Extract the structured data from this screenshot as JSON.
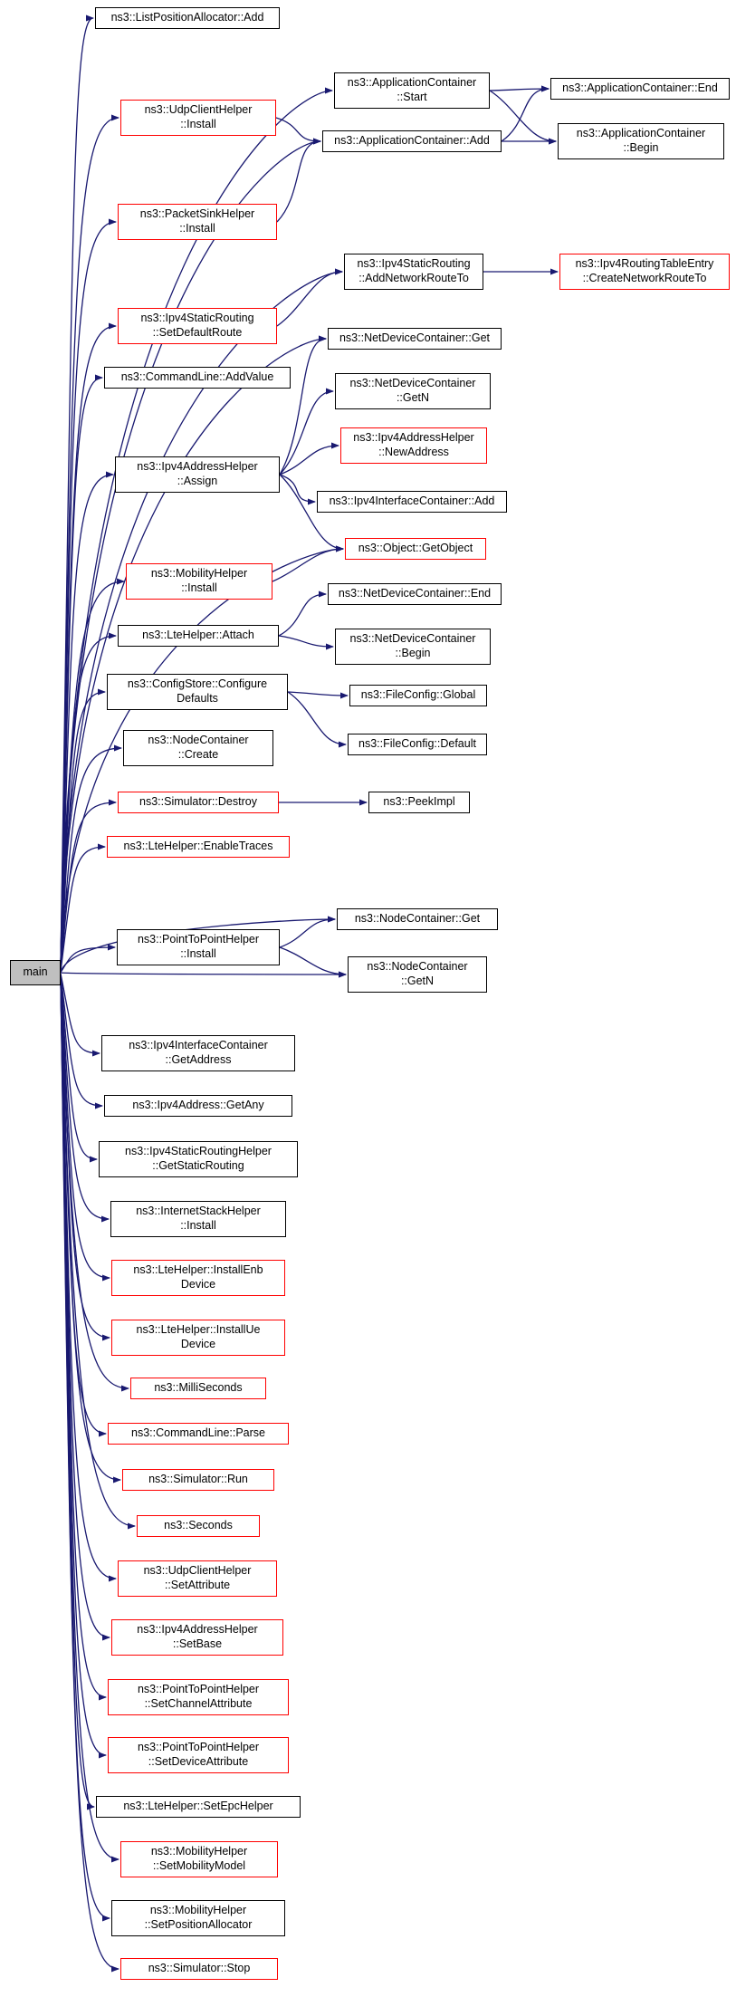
{
  "diagram": {
    "type": "doxygen-call-graph",
    "root": "main",
    "colors": {
      "edge": "#191970",
      "node_border": "#000000",
      "truncated_border": "#ff0000",
      "root_fill": "#bfbfbf",
      "node_fill": "#ffffff",
      "background": "#ffffff"
    },
    "nodes": [
      {
        "id": "main",
        "label": "main",
        "focus": true
      },
      {
        "id": "lpa-add",
        "label": "ns3::ListPositionAllocator::Add"
      },
      {
        "id": "app-start",
        "label": "ns3::ApplicationContainer\n::Start"
      },
      {
        "id": "app-end",
        "label": "ns3::ApplicationContainer::End"
      },
      {
        "id": "app-add",
        "label": "ns3::ApplicationContainer::Add"
      },
      {
        "id": "app-begin",
        "label": "ns3::ApplicationContainer\n::Begin"
      },
      {
        "id": "udp-install",
        "label": "ns3::UdpClientHelper\n::Install",
        "truncated": true
      },
      {
        "id": "sink-install",
        "label": "ns3::PacketSinkHelper\n::Install",
        "truncated": true
      },
      {
        "id": "addnetroute",
        "label": "ns3::Ipv4StaticRouting\n::AddNetworkRouteTo"
      },
      {
        "id": "createnetroute",
        "label": "ns3::Ipv4RoutingTableEntry\n::CreateNetworkRouteTo",
        "truncated": true
      },
      {
        "id": "setdefroute",
        "label": "ns3::Ipv4StaticRouting\n::SetDefaultRoute",
        "truncated": true
      },
      {
        "id": "cmd-addvalue",
        "label": "ns3::CommandLine::AddValue"
      },
      {
        "id": "ndc-get",
        "label": "ns3::NetDeviceContainer::Get"
      },
      {
        "id": "ndc-getn",
        "label": "ns3::NetDeviceContainer\n::GetN"
      },
      {
        "id": "newaddress",
        "label": "ns3::Ipv4AddressHelper\n::NewAddress",
        "truncated": true
      },
      {
        "id": "assign",
        "label": "ns3::Ipv4AddressHelper\n::Assign"
      },
      {
        "id": "iic-add",
        "label": "ns3::Ipv4InterfaceContainer::Add"
      },
      {
        "id": "getobject",
        "label": "ns3::Object::GetObject",
        "truncated": true
      },
      {
        "id": "mob-install",
        "label": "ns3::MobilityHelper\n::Install",
        "truncated": true
      },
      {
        "id": "ndc-end",
        "label": "ns3::NetDeviceContainer::End"
      },
      {
        "id": "attach",
        "label": "ns3::LteHelper::Attach"
      },
      {
        "id": "ndc-begin",
        "label": "ns3::NetDeviceContainer\n::Begin"
      },
      {
        "id": "cfg-defaults",
        "label": "ns3::ConfigStore::Configure\nDefaults"
      },
      {
        "id": "fc-global",
        "label": "ns3::FileConfig::Global"
      },
      {
        "id": "nc-create",
        "label": "ns3::NodeContainer\n::Create"
      },
      {
        "id": "fc-default",
        "label": "ns3::FileConfig::Default"
      },
      {
        "id": "sim-destroy",
        "label": "ns3::Simulator::Destroy",
        "truncated": true
      },
      {
        "id": "peekimpl",
        "label": "ns3::PeekImpl"
      },
      {
        "id": "enabletraces",
        "label": "ns3::LteHelper::EnableTraces",
        "truncated": true
      },
      {
        "id": "nc-get",
        "label": "ns3::NodeContainer::Get"
      },
      {
        "id": "p2p-install",
        "label": "ns3::PointToPointHelper\n::Install"
      },
      {
        "id": "nc-getn",
        "label": "ns3::NodeContainer\n::GetN"
      },
      {
        "id": "iic-getaddress",
        "label": "ns3::Ipv4InterfaceContainer\n::GetAddress"
      },
      {
        "id": "getany",
        "label": "ns3::Ipv4Address::GetAny"
      },
      {
        "id": "getstaticrouting",
        "label": "ns3::Ipv4StaticRoutingHelper\n::GetStaticRouting"
      },
      {
        "id": "inet-install",
        "label": "ns3::InternetStackHelper\n::Install"
      },
      {
        "id": "installenb",
        "label": "ns3::LteHelper::InstallEnb\nDevice",
        "truncated": true
      },
      {
        "id": "installue",
        "label": "ns3::LteHelper::InstallUe\nDevice",
        "truncated": true
      },
      {
        "id": "milliseconds",
        "label": "ns3::MilliSeconds",
        "truncated": true
      },
      {
        "id": "cmd-parse",
        "label": "ns3::CommandLine::Parse",
        "truncated": true
      },
      {
        "id": "sim-run",
        "label": "ns3::Simulator::Run",
        "truncated": true
      },
      {
        "id": "seconds",
        "label": "ns3::Seconds",
        "truncated": true
      },
      {
        "id": "udp-setattr",
        "label": "ns3::UdpClientHelper\n::SetAttribute",
        "truncated": true
      },
      {
        "id": "setbase",
        "label": "ns3::Ipv4AddressHelper\n::SetBase",
        "truncated": true
      },
      {
        "id": "setchannelattr",
        "label": "ns3::PointToPointHelper\n::SetChannelAttribute",
        "truncated": true
      },
      {
        "id": "setdeviceattr",
        "label": "ns3::PointToPointHelper\n::SetDeviceAttribute",
        "truncated": true
      },
      {
        "id": "setepchelper",
        "label": "ns3::LteHelper::SetEpcHelper"
      },
      {
        "id": "setmobilitymodel",
        "label": "ns3::MobilityHelper\n::SetMobilityModel",
        "truncated": true
      },
      {
        "id": "setposalloc",
        "label": "ns3::MobilityHelper\n::SetPositionAllocator"
      },
      {
        "id": "sim-stop",
        "label": "ns3::Simulator::Stop",
        "truncated": true
      }
    ],
    "edges": [
      [
        "main",
        "lpa-add"
      ],
      [
        "main",
        "app-start"
      ],
      [
        "main",
        "app-add"
      ],
      [
        "main",
        "udp-install"
      ],
      [
        "main",
        "sink-install"
      ],
      [
        "main",
        "addnetroute"
      ],
      [
        "main",
        "setdefroute"
      ],
      [
        "main",
        "cmd-addvalue"
      ],
      [
        "main",
        "ndc-get"
      ],
      [
        "main",
        "assign"
      ],
      [
        "main",
        "getobject"
      ],
      [
        "main",
        "mob-install"
      ],
      [
        "main",
        "attach"
      ],
      [
        "main",
        "cfg-defaults"
      ],
      [
        "main",
        "nc-create"
      ],
      [
        "main",
        "sim-destroy"
      ],
      [
        "main",
        "enabletraces"
      ],
      [
        "main",
        "nc-get"
      ],
      [
        "main",
        "nc-getn"
      ],
      [
        "main",
        "p2p-install"
      ],
      [
        "main",
        "iic-getaddress"
      ],
      [
        "main",
        "getany"
      ],
      [
        "main",
        "getstaticrouting"
      ],
      [
        "main",
        "inet-install"
      ],
      [
        "main",
        "installenb"
      ],
      [
        "main",
        "installue"
      ],
      [
        "main",
        "milliseconds"
      ],
      [
        "main",
        "cmd-parse"
      ],
      [
        "main",
        "sim-run"
      ],
      [
        "main",
        "seconds"
      ],
      [
        "main",
        "udp-setattr"
      ],
      [
        "main",
        "setbase"
      ],
      [
        "main",
        "setchannelattr"
      ],
      [
        "main",
        "setdeviceattr"
      ],
      [
        "main",
        "setepchelper"
      ],
      [
        "main",
        "setmobilitymodel"
      ],
      [
        "main",
        "setposalloc"
      ],
      [
        "main",
        "sim-stop"
      ],
      [
        "udp-install",
        "app-add"
      ],
      [
        "sink-install",
        "app-add"
      ],
      [
        "app-start",
        "app-end"
      ],
      [
        "app-start",
        "app-begin"
      ],
      [
        "app-add",
        "app-end"
      ],
      [
        "app-add",
        "app-begin"
      ],
      [
        "setdefroute",
        "addnetroute"
      ],
      [
        "addnetroute",
        "createnetroute"
      ],
      [
        "assign",
        "ndc-get"
      ],
      [
        "assign",
        "ndc-getn"
      ],
      [
        "assign",
        "newaddress"
      ],
      [
        "assign",
        "iic-add"
      ],
      [
        "assign",
        "getobject"
      ],
      [
        "mob-install",
        "getobject"
      ],
      [
        "attach",
        "ndc-end"
      ],
      [
        "attach",
        "ndc-begin"
      ],
      [
        "cfg-defaults",
        "fc-global"
      ],
      [
        "cfg-defaults",
        "fc-default"
      ],
      [
        "sim-destroy",
        "peekimpl"
      ],
      [
        "p2p-install",
        "nc-get"
      ],
      [
        "p2p-install",
        "nc-getn"
      ]
    ]
  }
}
